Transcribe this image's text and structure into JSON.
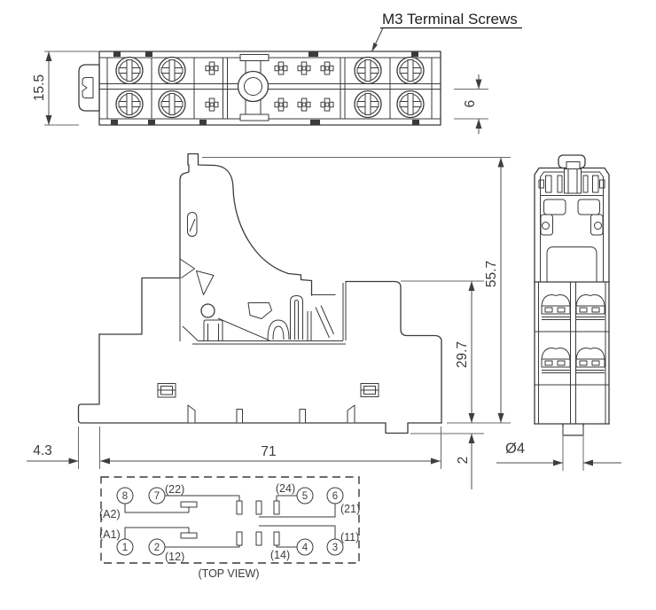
{
  "annotation": {
    "m3_label": "M3 Terminal Screws"
  },
  "dimensions": {
    "plan_height": "15.5",
    "terminal_row_pitch": "6",
    "overall_height": "55.7",
    "base_height": "29.7",
    "foot_offset": "4.3",
    "base_width": "71",
    "rail_lip": "2",
    "pin_diameter": "Ø4"
  },
  "schematic": {
    "caption": "(TOP VIEW)",
    "coil_labels": {
      "a2": "(A2)",
      "a1": "(A1)"
    },
    "terminal_numbers": {
      "t8": "8",
      "t7": "7",
      "t5": "5",
      "t6": "6",
      "t1": "1",
      "t2": "2",
      "t4": "4",
      "t3": "3"
    },
    "pin_labels": {
      "p22": "(22)",
      "p24": "(24)",
      "p21": "(21)",
      "p11": "(11)",
      "p12": "(12)",
      "p14": "(14)"
    }
  },
  "colors": {
    "line": "#3a3a3a",
    "dim_text": "#3c3c3c",
    "background": "#ffffff"
  }
}
